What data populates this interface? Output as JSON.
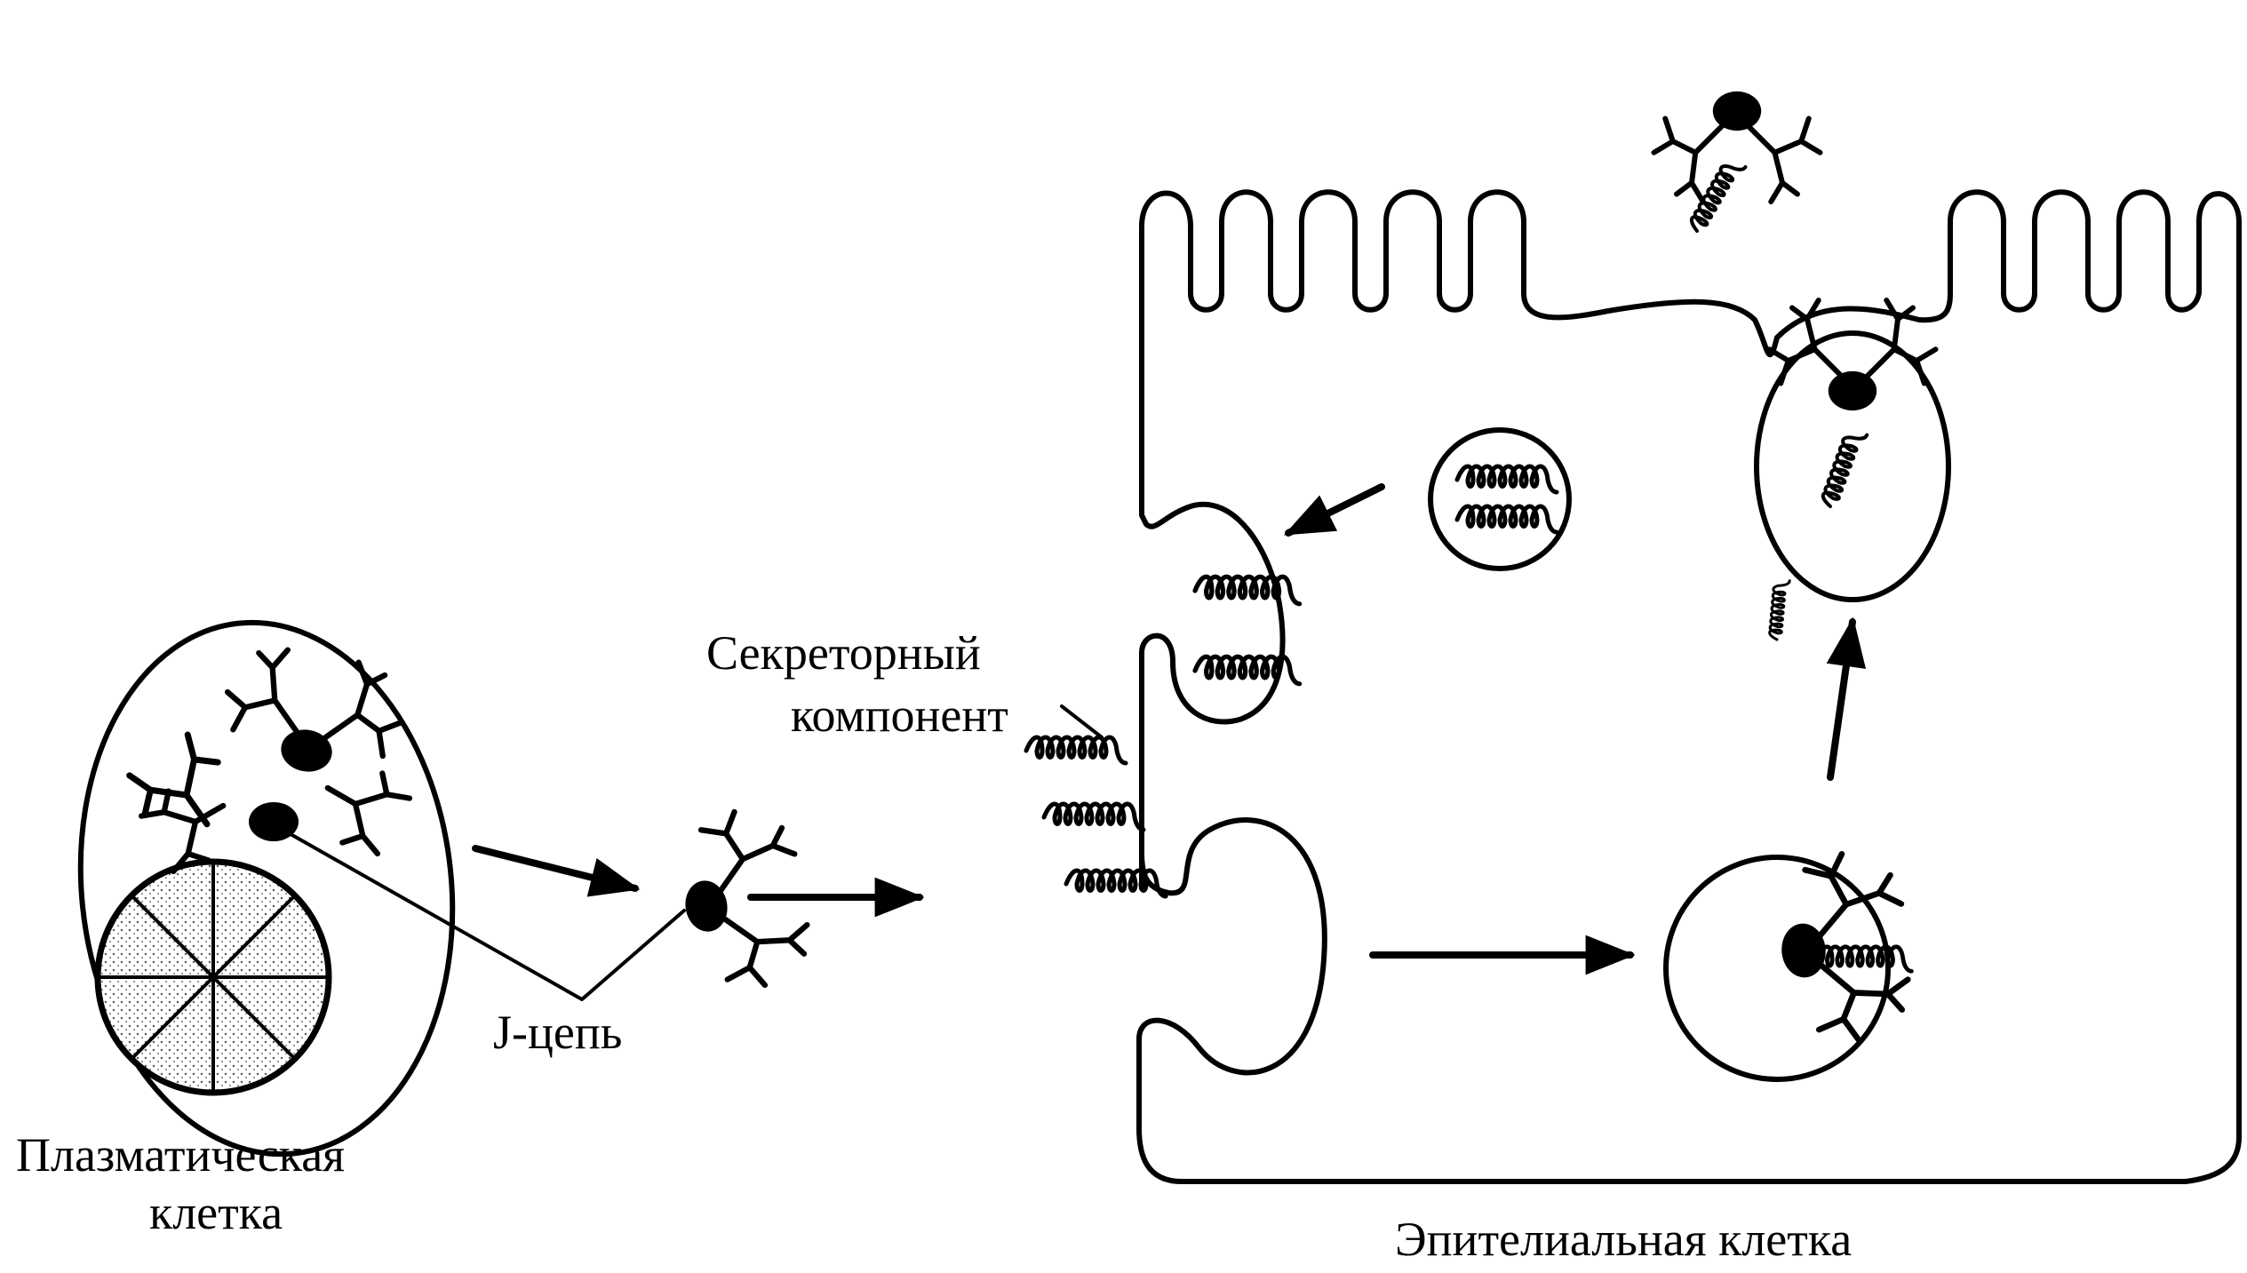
{
  "labels": {
    "plasma_cell_line1": "Плазматическая",
    "plasma_cell_line2": "клетка",
    "j_chain": "J-цепь",
    "secretory_line1": "Секреторный",
    "secretory_line2": "компонент",
    "epithelial_cell": "Эпителиальная клетка"
  },
  "colors": {
    "ink": "#000000",
    "background": "#ffffff",
    "nucleus_fill": "#e6e6e6"
  }
}
